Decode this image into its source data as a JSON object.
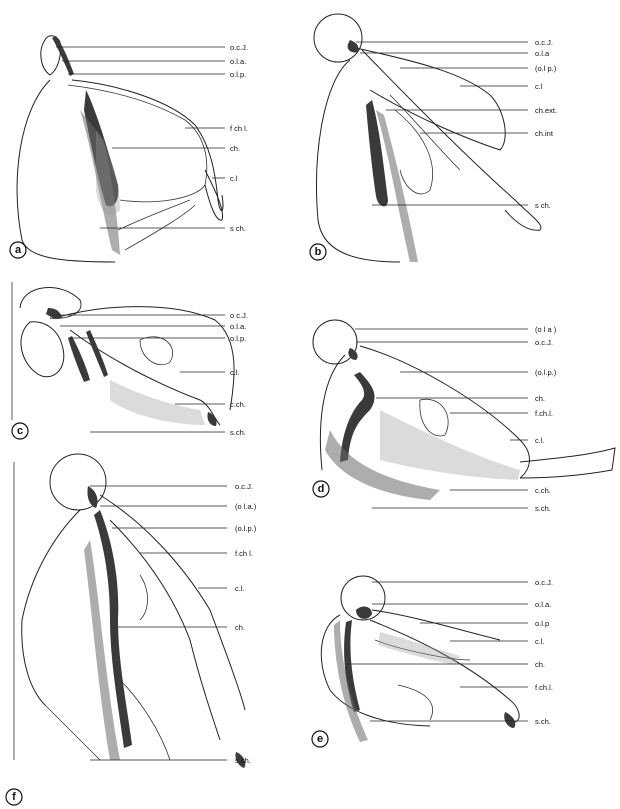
{
  "panels": [
    {
      "id": "a",
      "labels": [
        "o.c.J.",
        "o.l.a.",
        "o.l.p.",
        "f ch l.",
        "ch.",
        "c.l",
        "s ch."
      ]
    },
    {
      "id": "b",
      "labels": [
        "o.c.J.",
        "o.l.a",
        "(o.l p.)",
        "c.l",
        "ch.ext.",
        "ch.int",
        "s ch."
      ]
    },
    {
      "id": "c",
      "labels": [
        "o c.J.",
        "o.l.a.",
        "o.l.p.",
        "c.l.",
        "c.ch.",
        "s.ch."
      ]
    },
    {
      "id": "d",
      "labels": [
        "(o l a )",
        "o.c.J.",
        "(o.l.p.)",
        "ch.",
        "f.ch.l.",
        "c.l.",
        "c.ch.",
        "s.ch."
      ]
    },
    {
      "id": "f",
      "labels": [
        "o.c.J.",
        "(o l.a.)",
        "(o.l.p.)",
        "f.ch l.",
        "c.l.",
        "ch.",
        "s ch."
      ]
    },
    {
      "id": "e",
      "labels": [
        "o.c.J.",
        "o.l.a.",
        "o.l.p",
        "c.l.",
        "ch.",
        "f.ch.l.",
        "s.ch."
      ]
    }
  ]
}
